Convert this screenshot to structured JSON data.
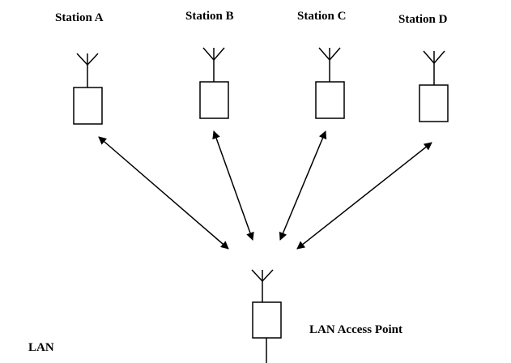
{
  "stations": [
    {
      "label": "Station A"
    },
    {
      "label": "Station B"
    },
    {
      "label": "Station C"
    },
    {
      "label": "Station D"
    }
  ],
  "access_point": {
    "label": "LAN Access Point"
  },
  "lan": {
    "label": "LAN"
  },
  "colors": {
    "stroke": "#000000",
    "background": "#ffffff"
  }
}
